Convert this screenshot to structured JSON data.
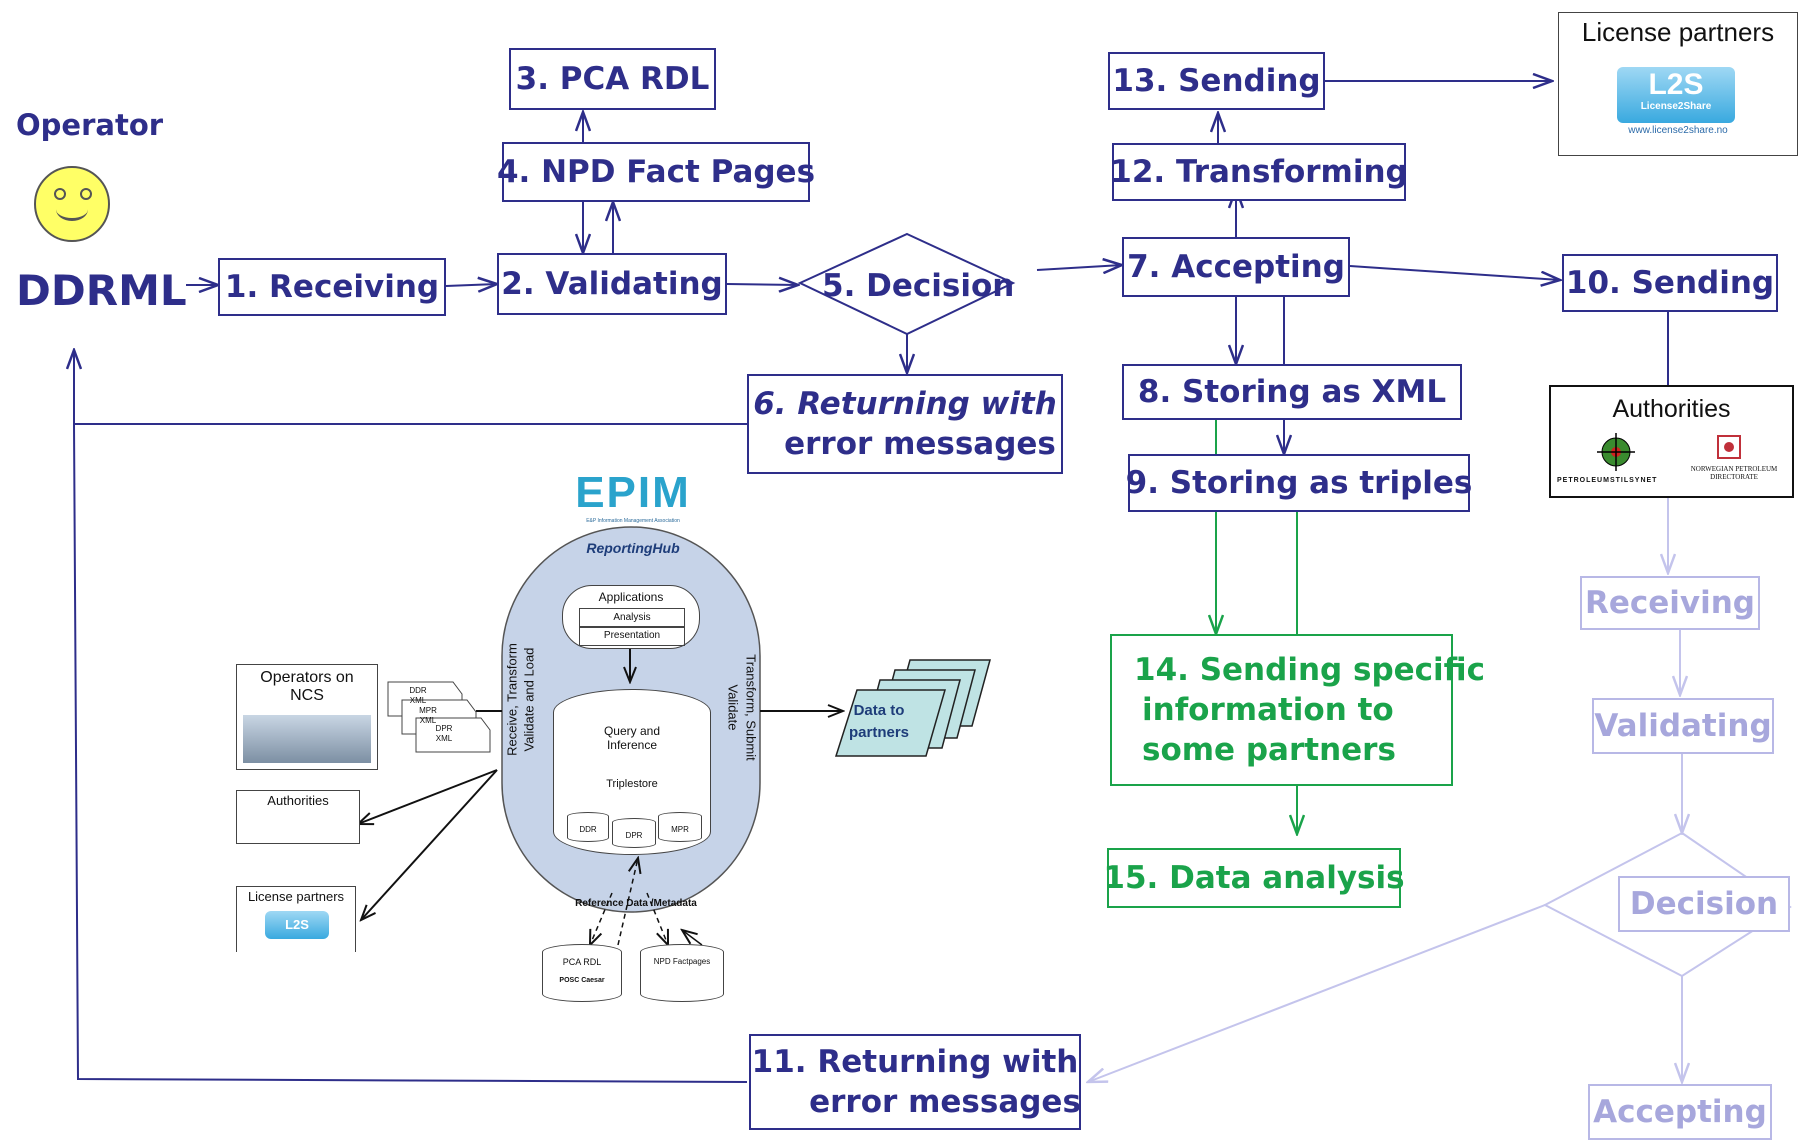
{
  "operator_label": "Operator",
  "ddrml_label": "DDRML",
  "nodes": {
    "n1": "1. Receiving",
    "n2": "2. Validating",
    "n3": "3. PCA RDL",
    "n4": "4. NPD Fact Pages",
    "n5": "5. Decision",
    "n6_line1": "6. Returning with",
    "n6_line2": "error messages",
    "n7": "7. Accepting",
    "n8": "8. Storing as XML",
    "n9": "9. Storing as triples",
    "n10": "10. Sending",
    "n11_line1": "11. Returning with",
    "n11_line2": "error messages",
    "n12": "12. Transforming",
    "n13": "13. Sending",
    "n14_line1": "14. Sending specific",
    "n14_line2": "information to",
    "n14_line3": "some partners",
    "n15": "15. Data analysis"
  },
  "faded_steps": {
    "receiving": "Receiving",
    "validating": "Validating",
    "decision": "Decision",
    "accepting": "Accepting"
  },
  "license_partners_panel": {
    "title": "License partners",
    "logo_text": "L2S",
    "logo_sub": "License2Share",
    "url": "www.license2share.no"
  },
  "authorities_panel": {
    "title": "Authorities",
    "left_logo": "PETROLEUMSTILSYNET",
    "right_logo": "NORWEGIAN PETROLEUM DIRECTORATE"
  },
  "hub": {
    "epim_logo": "EPIM",
    "epim_sub": "E&P Information Management Association",
    "reporting_hub": "ReportingHub",
    "applications": "Applications",
    "analysis": "Analysis",
    "presentation": "Presentation",
    "left_vertical_1": "Receive, Transform",
    "left_vertical_2": "Validate and Load",
    "right_vertical_1": "Transform, Submit",
    "right_vertical_2": "Validate",
    "query_inference_1": "Query and",
    "query_inference_2": "Inference",
    "triplestore": "Triplestore",
    "ddr": "DDR",
    "dpr": "DPR",
    "mpr": "MPR",
    "reference_data": "Reference Data /Metadata",
    "pca_rdl": "PCA RDL",
    "posc": "POSC Caesar",
    "npd_factpages": "NPD Factpages",
    "operators_on_ncs_1": "Operators on",
    "operators_on_ncs_2": "NCS",
    "doc_ddr_1": "DDR",
    "doc_ddr_2": "XML",
    "doc_mpr_1": "MPR",
    "doc_mpr_2": "XML",
    "doc_dpr_1": "DPR",
    "doc_dpr_2": "XML",
    "authorities": "Authorities",
    "license_partners": "License partners",
    "data_to_partners_1": "Data to",
    "data_to_partners_2": "partners"
  },
  "colors": {
    "primary": "#2e2e8a",
    "green": "#1aa34a",
    "faded": "#b8b8e6",
    "hub_fill": "#c6d3e8"
  }
}
